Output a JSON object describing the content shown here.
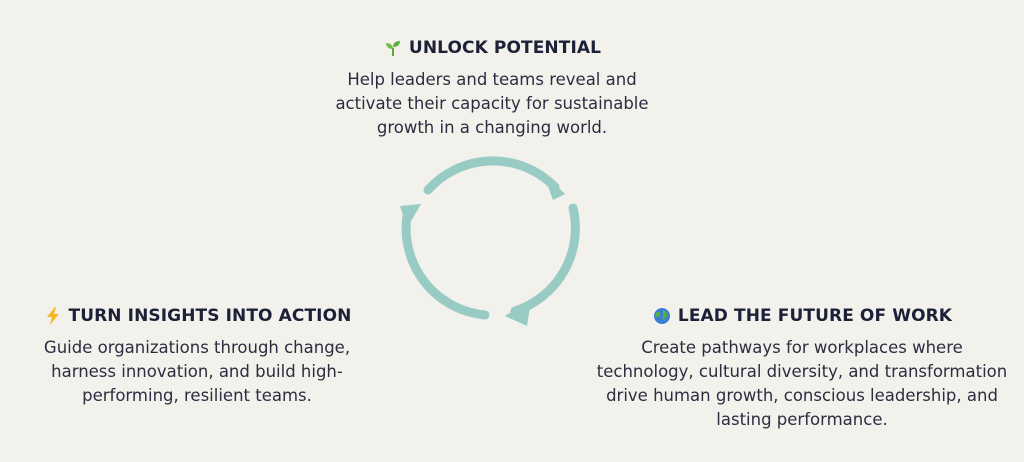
{
  "top": {
    "icon": "seedling-icon",
    "title": "UNLOCK POTENTIAL",
    "lines": [
      "Help leaders and teams reveal and",
      "activate their capacity for sustainable",
      "growth in a changing world."
    ]
  },
  "left": {
    "icon": "lightning-icon",
    "title": "TURN INSIGHTS INTO ACTION",
    "lines": [
      "Guide organizations through change,",
      "harness innovation, and build high-",
      "performing, resilient teams."
    ]
  },
  "right": {
    "icon": "globe-icon",
    "title": "LEAD THE FUTURE OF WORK",
    "lines": [
      "Create pathways for workplaces where",
      "technology, cultural diversity, and transformation",
      "drive human growth, conscious leadership, and",
      "lasting performance."
    ]
  },
  "colors": {
    "cycle": "#97cbc4",
    "heading": "#1c2138",
    "background": "#f3f1ec"
  }
}
